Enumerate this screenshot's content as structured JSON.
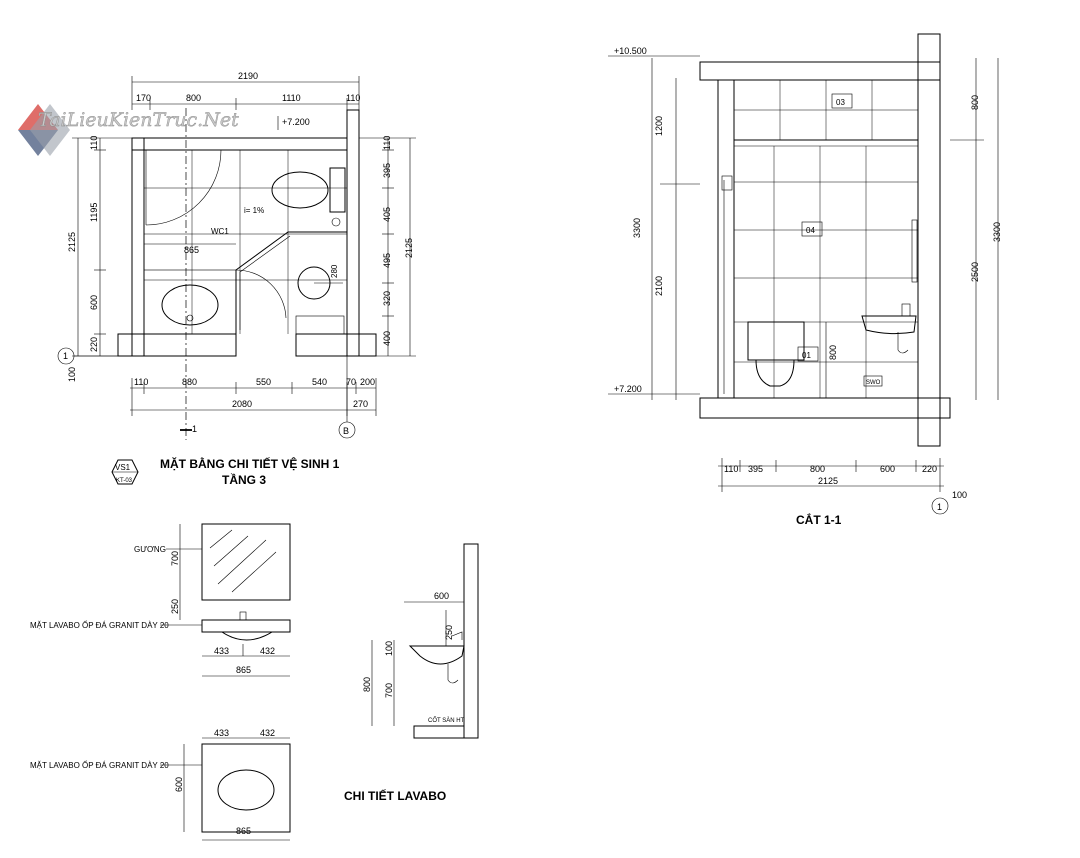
{
  "watermark": {
    "text": "TaiLieuKienTruc.Net",
    "colors": [
      "#d9534f",
      "#5b6b8c",
      "#9aa0aa"
    ]
  },
  "plan": {
    "title_line1": "MẶT BẰNG CHI TIẾT VỆ SINH 1",
    "title_line2": "TẦNG 3",
    "tag_top": "VS1",
    "tag_bottom": "KT-03",
    "top_total": "2190",
    "top_dims": [
      "170",
      "800",
      "1110",
      "110"
    ],
    "elev": "+7.200",
    "room": "WC1",
    "slope": "i= 1%",
    "inner_width": "865",
    "left_total": "2125",
    "left_dims": [
      "110",
      "1195",
      "600",
      "220",
      "100"
    ],
    "right_total": "2125",
    "right_dims": [
      "110",
      "395",
      "405",
      "495",
      "320",
      "400"
    ],
    "bottom_dims": [
      "110",
      "880",
      "550",
      "540",
      "70",
      "200"
    ],
    "bottom_total": "2080",
    "bottom_extra": "270",
    "axis_left": "1",
    "axis_right": "B",
    "section_mark": "1",
    "small_label": "280"
  },
  "section": {
    "title": "CẮT 1-1",
    "elev_top": "+10.500",
    "elev_bottom": "+7.200",
    "left_total": "3300",
    "left_dims": [
      "1200",
      "2100"
    ],
    "right_total": "3300",
    "right_dims": [
      "800",
      "2500"
    ],
    "tags": [
      "03",
      "04",
      "01"
    ],
    "inner_dim": "800",
    "swo": "SWO",
    "bottom_dims": [
      "110",
      "395",
      "800",
      "600",
      "220"
    ],
    "bottom_total": "2125",
    "axis": "1",
    "axis_extra": "100"
  },
  "lavabo": {
    "title": "CHI TIẾT LAVABO",
    "mirror_label": "GƯƠNG",
    "counter_label": "MẶT LAVABO ỐP ĐÁ GRANIT DÀY 20",
    "counter_label2": "MẶT LAVABO ỐP ĐÁ GRANIT DÀY 20",
    "elev_dims": [
      "700",
      "250"
    ],
    "front_dims": [
      "433",
      "432"
    ],
    "front_total": "865",
    "side_top": "600",
    "side_dims": [
      "250",
      "100",
      "700"
    ],
    "side_total": "800",
    "floor_label": "CỐT SÀN HT",
    "top_dims": [
      "433",
      "432"
    ],
    "top_side": "600",
    "top_total": "865"
  }
}
